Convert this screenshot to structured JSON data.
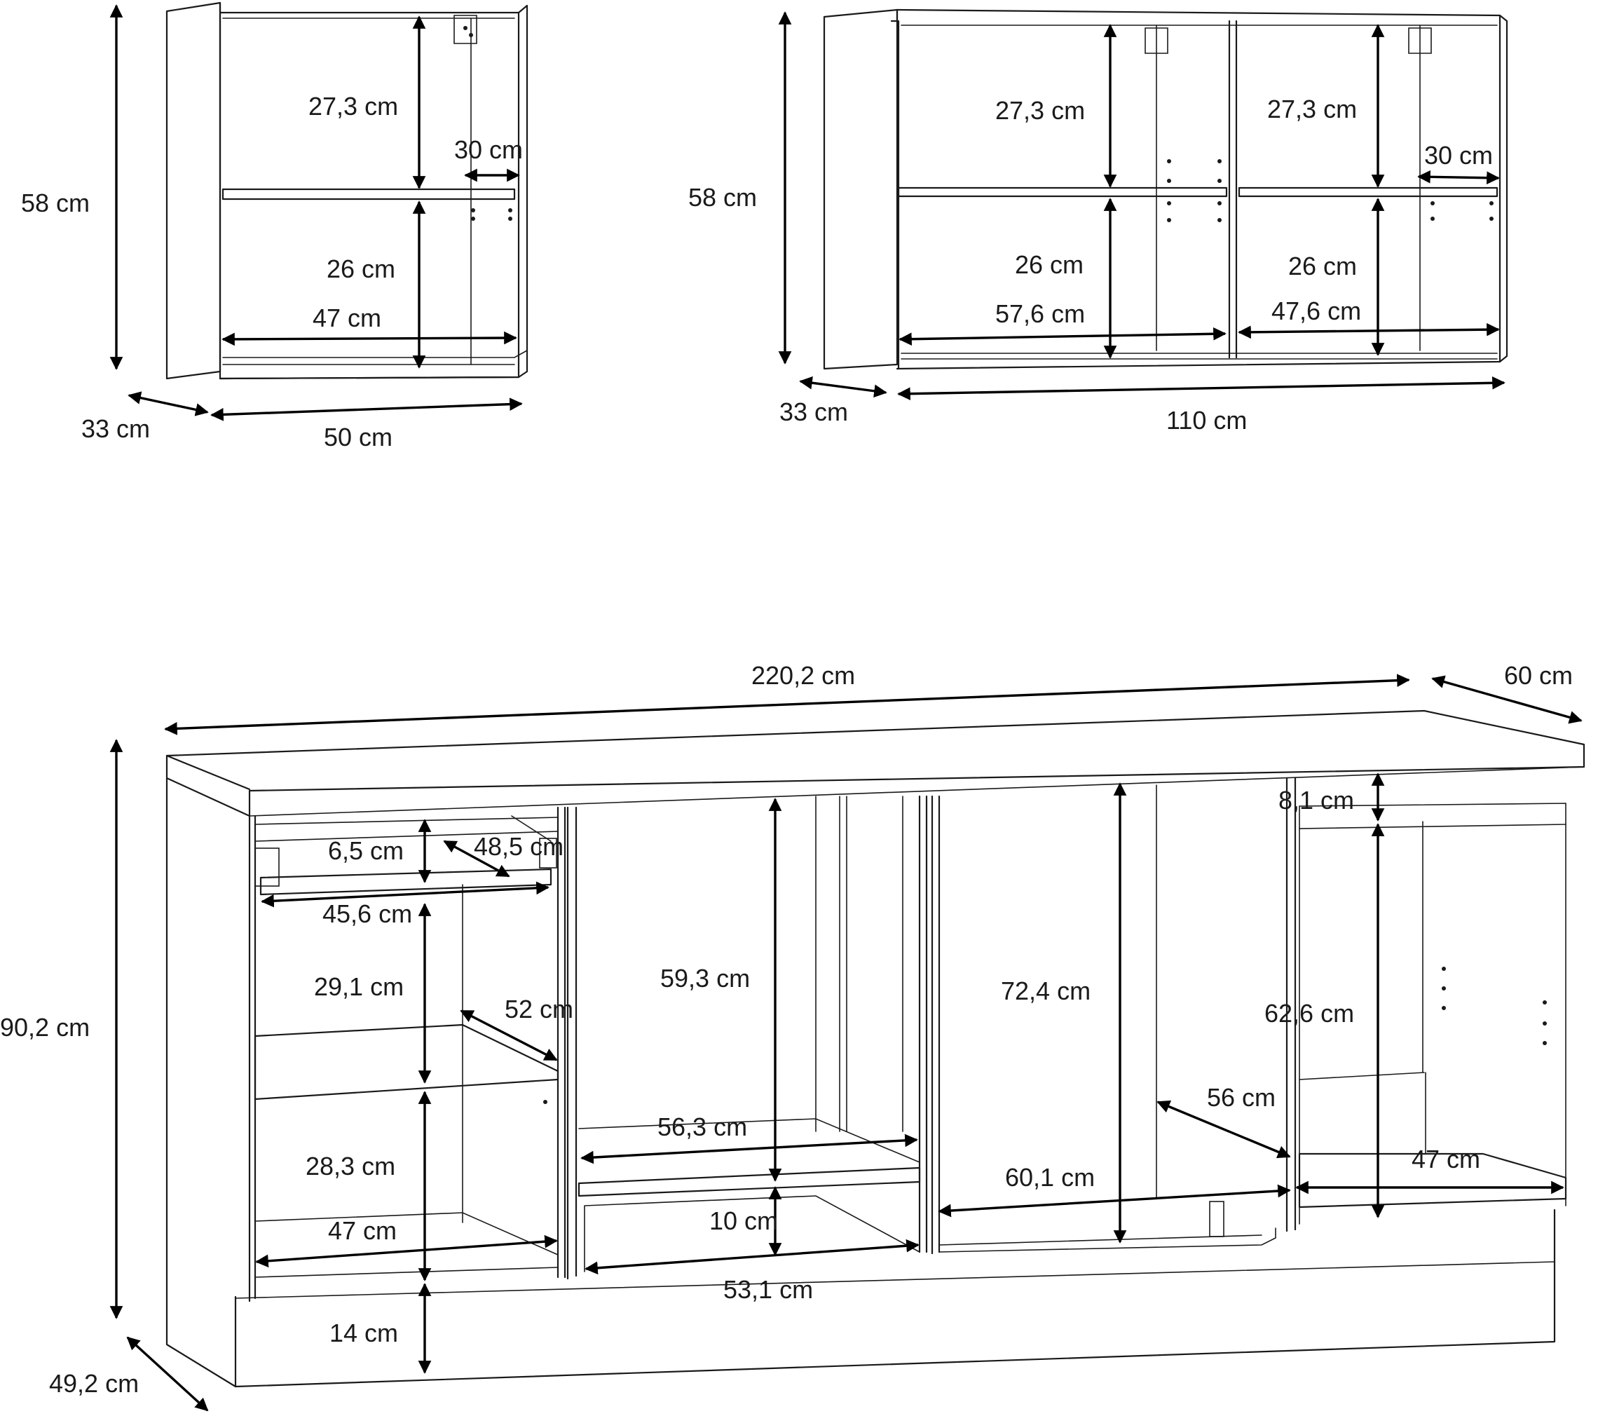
{
  "wall_cabinet_small": {
    "height": "58 cm",
    "depth": "33 cm",
    "width": "50 cm",
    "upper_compartment_height": "27,3 cm",
    "lower_compartment_height": "26 cm",
    "shelf_depth": "30 cm",
    "inner_width": "47 cm"
  },
  "wall_cabinet_large": {
    "height": "58 cm",
    "depth": "33 cm",
    "width": "110 cm",
    "left_upper_height": "27,3 cm",
    "right_upper_height": "27,3 cm",
    "left_lower_height": "26 cm",
    "right_lower_height": "26 cm",
    "shelf_depth": "30 cm",
    "left_inner_width": "57,6 cm",
    "right_inner_width": "47,6 cm"
  },
  "base_unit": {
    "total_width": "220,2 cm",
    "worktop_depth": "60 cm",
    "height": "90,2 cm",
    "depth": "49,2 cm",
    "plinth_height": "14 cm",
    "drawer_height": "6,5 cm",
    "drawer_depth": "48,5 cm",
    "drawer_width": "45,6 cm",
    "upper_shelf_height": "29,1 cm",
    "shelf_depth": "52 cm",
    "lower_shelf_height": "28,3 cm",
    "left_inner_width": "47 cm",
    "oven_niche_height": "59,3 cm",
    "oven_niche_width": "56,3 cm",
    "bottom_drawer_height": "10 cm",
    "bottom_drawer_width": "53,1 cm",
    "sink_height": "72,4 cm",
    "sink_depth": "56 cm",
    "sink_width": "60,1 cm",
    "top_rail_height": "8,1 cm",
    "right_inner_height": "62,6 cm",
    "right_inner_width": "47 cm"
  }
}
